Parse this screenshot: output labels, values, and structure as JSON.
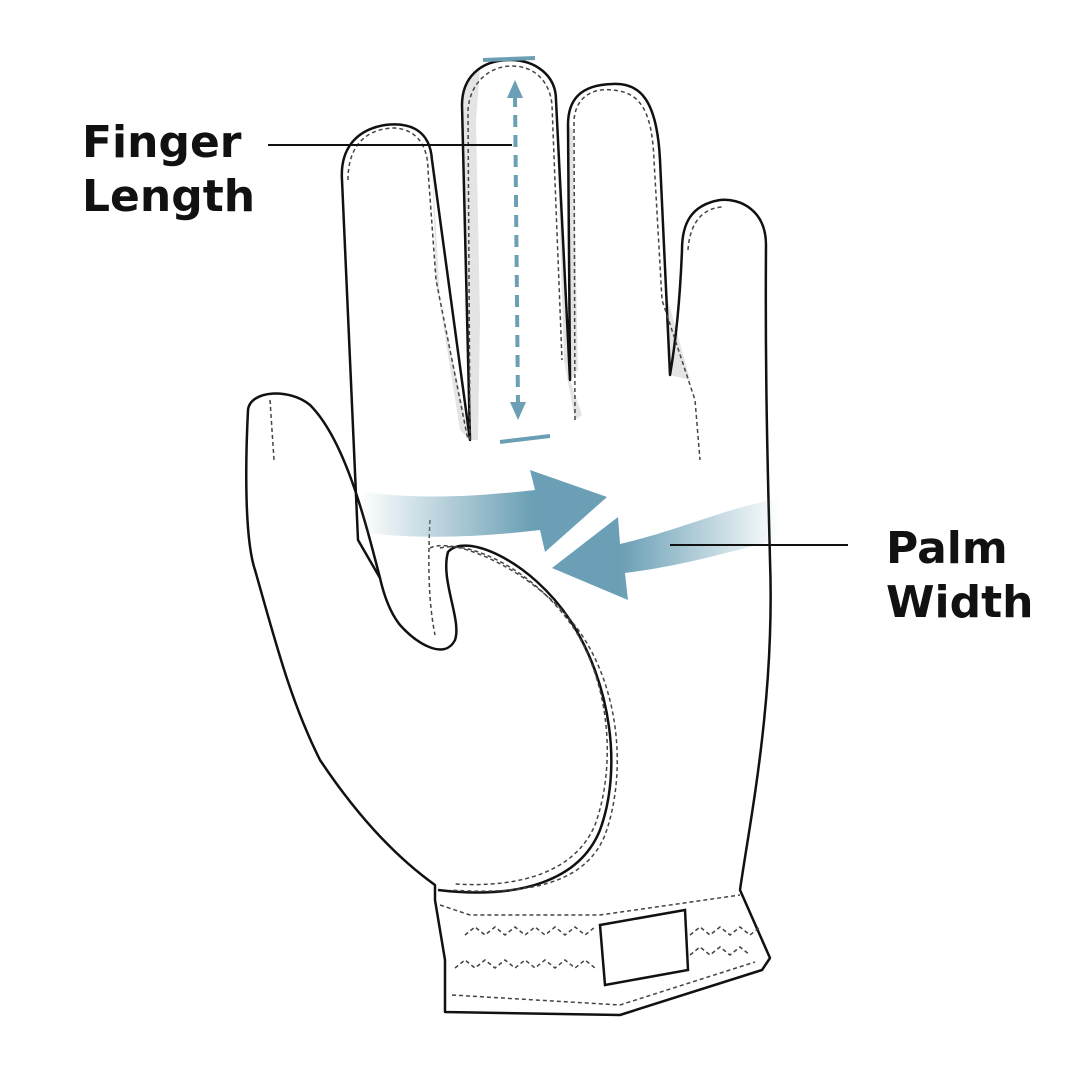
{
  "labels": {
    "finger_length": [
      "Finger",
      "Length"
    ],
    "palm_width": [
      "Palm",
      "Width"
    ]
  },
  "colors": {
    "measure_accent": "#6a9fb5",
    "outline": "#111111",
    "finger_shade": "#e4e4e4"
  },
  "icons": [
    "glove-illustration",
    "finger-length-dashed-arrow",
    "palm-width-arrows"
  ]
}
